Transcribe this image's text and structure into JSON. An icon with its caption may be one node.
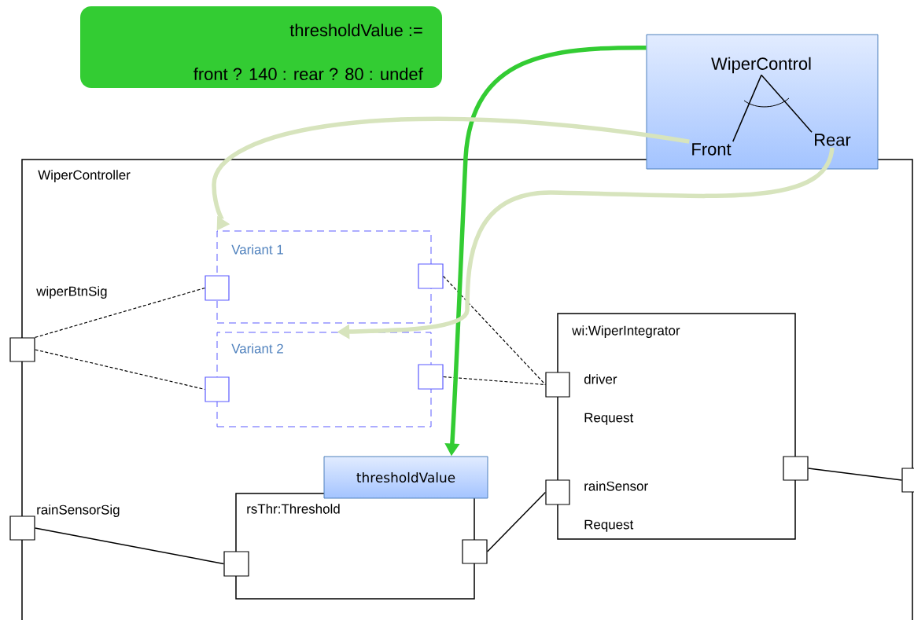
{
  "diagram": {
    "nodes": [
      {
        "text": [
          "thresholdValue :=",
          "front ? 140 : rear ? 80 : undef"
        ]
      },
      {
        "text": [],
        "shape": "box"
      },
      {
        "text": [
          "WiperControl"
        ],
        "in": 1
      },
      {
        "text": [
          "Front"
        ],
        "in": 1
      },
      {
        "text": [
          "Rear"
        ],
        "in": 1
      },
      {
        "text": [
          "WiperController"
        ]
      },
      {
        "text": [
          "Variant 1"
        ],
        "in": 5
      },
      {
        "text": [
          "Variant 2"
        ],
        "in": 5
      },
      {
        "text": [
          "wi:WiperIntegrator"
        ],
        "in": 5
      },
      {
        "text": [
          "rsThr:Threshold"
        ],
        "in": 5
      },
      {
        "text": [
          "thresholdValue"
        ],
        "in": 5
      },
      {
        "text": [],
        "shape": "box",
        "beside": [
          "wiperBtnSig"
        ]
      },
      {
        "text": [],
        "shape": "box",
        "beside": [
          "rainSensorSig"
        ]
      },
      {
        "text": [],
        "shape": "box",
        "in": 5
      },
      {
        "text": [],
        "shape": "box",
        "in": 5
      },
      {
        "text": [],
        "shape": "box",
        "in": 5
      },
      {
        "text": [],
        "shape": "box",
        "in": 5
      },
      {
        "text": [],
        "shape": "box",
        "in": 5
      },
      {
        "text": [],
        "shape": "box",
        "in": 5
      },
      {
        "text": [],
        "shape": "box",
        "in": 5
      },
      {
        "text": [],
        "shape": "box",
        "in": 5
      },
      {
        "text": [],
        "shape": "box",
        "in": 5
      },
      {
        "text": [],
        "shape": "box"
      }
    ],
    "labels": [
      "driver Request",
      "rainSensor Request"
    ],
    "edges": [
      {
        "from": 11,
        "to": 13,
        "arrow": "none",
        "style": "dashed"
      },
      {
        "from": 11,
        "to": 15,
        "arrow": "none",
        "style": "dashed"
      },
      {
        "from": 14,
        "to": 17,
        "arrow": "none",
        "style": "dashed"
      },
      {
        "from": 16,
        "to": 17,
        "arrow": "none",
        "style": "dashed"
      },
      {
        "from": 12,
        "to": 20,
        "arrow": "none"
      },
      {
        "from": 21,
        "to": 18,
        "arrow": "none"
      },
      {
        "from": 19,
        "to": 22,
        "arrow": "none"
      },
      {
        "from": 2,
        "to": 3,
        "arrow": "none"
      },
      {
        "from": 2,
        "to": 4,
        "arrow": "none"
      },
      {
        "from": 1,
        "to": 10,
        "arrow": "to",
        "style": "thick",
        "color": "#33cc33"
      },
      {
        "from": 3,
        "to": 6,
        "arrow": "to",
        "style": "thick",
        "color": "#d7e4bd"
      },
      {
        "from": 4,
        "to": 7,
        "arrow": "to",
        "style": "thick",
        "color": "#d7e4bd"
      }
    ]
  }
}
